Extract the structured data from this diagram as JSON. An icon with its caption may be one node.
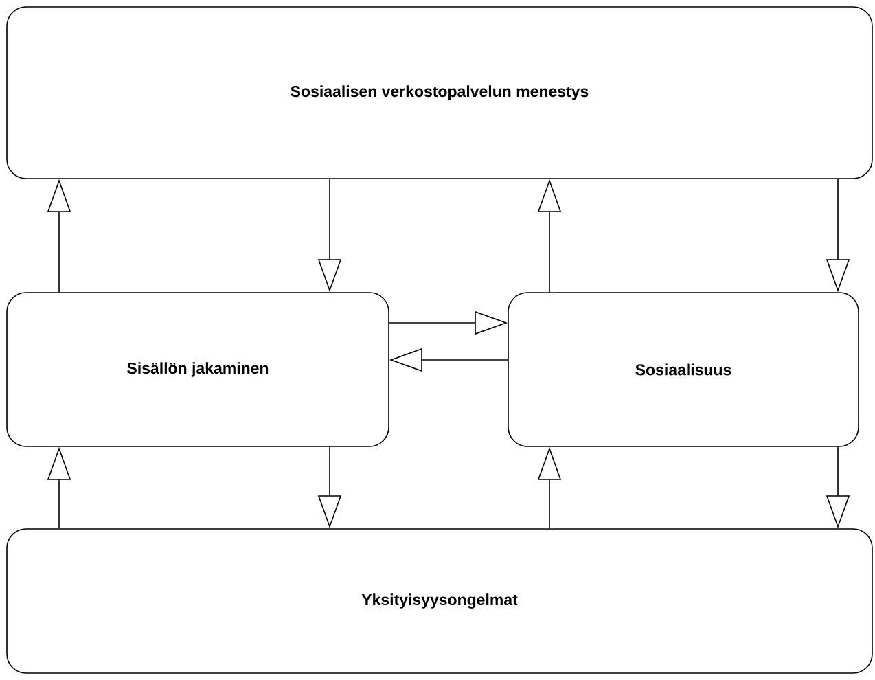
{
  "diagram": {
    "nodes": [
      {
        "text": [
          "Sosiaalisen verkostopalvelun menestys"
        ]
      },
      {
        "text": [
          "Sisällön jakaminen"
        ]
      },
      {
        "text": [
          "Sosiaalisuus"
        ]
      },
      {
        "text": [
          "Yksityisyysongelmat"
        ]
      }
    ],
    "edges": [
      {
        "from": 1,
        "to": 0,
        "arrow": "to"
      },
      {
        "from": 0,
        "to": 1,
        "arrow": "to"
      },
      {
        "from": 2,
        "to": 0,
        "arrow": "to"
      },
      {
        "from": 0,
        "to": 2,
        "arrow": "to"
      },
      {
        "from": 1,
        "to": 2,
        "arrow": "to"
      },
      {
        "from": 2,
        "to": 1,
        "arrow": "to"
      },
      {
        "from": 3,
        "to": 1,
        "arrow": "to"
      },
      {
        "from": 1,
        "to": 3,
        "arrow": "to"
      },
      {
        "from": 3,
        "to": 2,
        "arrow": "to"
      },
      {
        "from": 2,
        "to": 3,
        "arrow": "to"
      }
    ]
  }
}
